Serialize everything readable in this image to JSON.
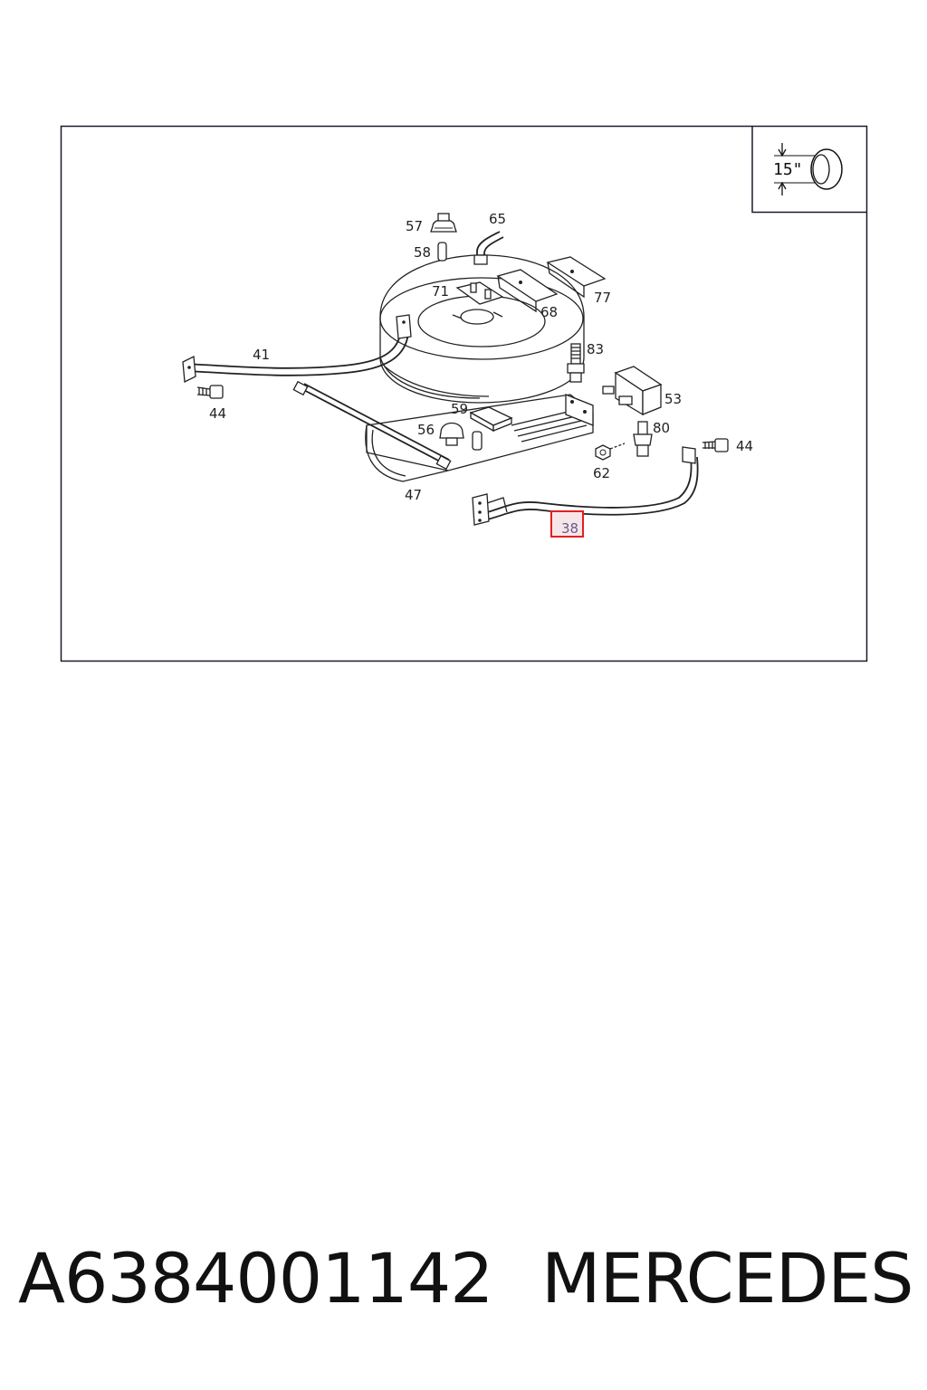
{
  "inset": {
    "label": "15\""
  },
  "callouts": [
    {
      "id": "57",
      "label": "57"
    },
    {
      "id": "65",
      "label": "65"
    },
    {
      "id": "58",
      "label": "58"
    },
    {
      "id": "71",
      "label": "71"
    },
    {
      "id": "77",
      "label": "77"
    },
    {
      "id": "68",
      "label": "68"
    },
    {
      "id": "41",
      "label": "41"
    },
    {
      "id": "83",
      "label": "83"
    },
    {
      "id": "44a",
      "label": "44"
    },
    {
      "id": "53",
      "label": "53"
    },
    {
      "id": "59",
      "label": "59"
    },
    {
      "id": "56",
      "label": "56"
    },
    {
      "id": "80",
      "label": "80"
    },
    {
      "id": "44b",
      "label": "44"
    },
    {
      "id": "62",
      "label": "62"
    },
    {
      "id": "47",
      "label": "47"
    },
    {
      "id": "38",
      "label": "38",
      "highlighted": true
    }
  ],
  "highlight_color": "#e02020",
  "footer": {
    "part_number": "A6384001142",
    "brand": "MERCEDES"
  }
}
